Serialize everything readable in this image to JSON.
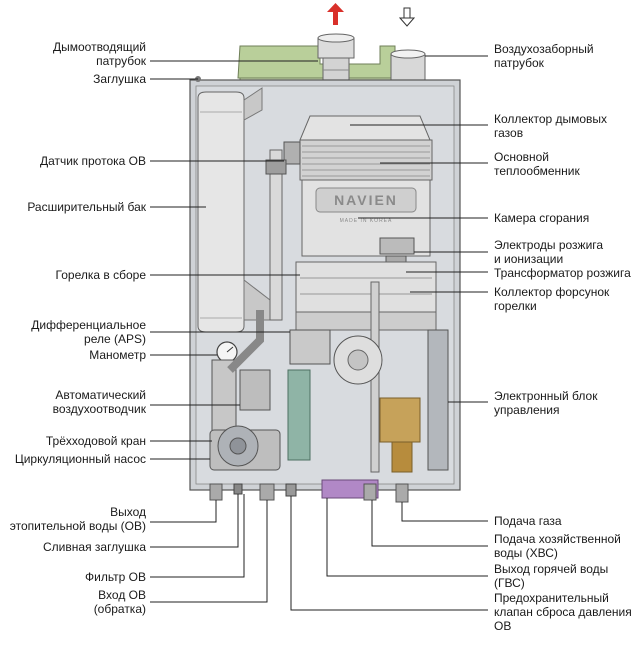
{
  "diagram": {
    "brand_logo": "NAVIEN",
    "brand_subtitle": "MADE IN KOREA",
    "arrow_up_color": "#d9302a",
    "arrow_down_color": "#333333",
    "labels_left": [
      {
        "id": "chimney-outlet",
        "text": "Дымоотводящий\nпатрубок"
      },
      {
        "id": "plug",
        "text": "Заглушка"
      },
      {
        "id": "flow-sensor",
        "text": "Датчик протока ОВ"
      },
      {
        "id": "expansion-tank",
        "text": "Расширительный бак"
      },
      {
        "id": "burner-assembly",
        "text": "Горелка в сборе"
      },
      {
        "id": "aps-relay",
        "text": "Дифференциальное\nреле (APS)"
      },
      {
        "id": "manometer",
        "text": "Манометр"
      },
      {
        "id": "air-vent",
        "text": "Автоматический\nвоздухоотводчик"
      },
      {
        "id": "three-way-valve",
        "text": "Трёхходовой кран"
      },
      {
        "id": "circulation-pump",
        "text": "Циркуляционный насос"
      }
    ],
    "labels_right": [
      {
        "id": "air-intake",
        "text": "Воздухозаборный\nпатрубок"
      },
      {
        "id": "flue-collector",
        "text": "Коллектор дымовых\nгазов"
      },
      {
        "id": "main-heat-exchanger",
        "text": "Основной\nтеплообменник"
      },
      {
        "id": "combustion-chamber",
        "text": "Камера сгорания"
      },
      {
        "id": "ignition-electrodes",
        "text": "Электроды розжига\nи ионизации"
      },
      {
        "id": "ignition-transformer",
        "text": "Трансформатор розжига"
      },
      {
        "id": "nozzle-collector",
        "text": "Коллектор форсунок\nгорелки"
      },
      {
        "id": "control-unit",
        "text": "Электронный блок\nуправления"
      }
    ],
    "labels_bottom_left": [
      {
        "id": "heating-outlet",
        "text": "Выход\nэтопительной воды (ОВ)"
      },
      {
        "id": "drain-plug",
        "text": "Сливная заглушка"
      },
      {
        "id": "filter",
        "text": "Фильтр ОВ"
      },
      {
        "id": "heating-return",
        "text": "Вход ОВ\n(обратка)"
      }
    ],
    "labels_bottom_right": [
      {
        "id": "gas-supply",
        "text": "Подача газа"
      },
      {
        "id": "cold-water-supply",
        "text": "Подача хозяйственной\nводы (ХВС)"
      },
      {
        "id": "hot-water-outlet",
        "text": "Выход горячей воды\n(ГВС)"
      },
      {
        "id": "safety-valve",
        "text": "Предохранительный\nклапан сброса давления\nОВ"
      }
    ]
  }
}
